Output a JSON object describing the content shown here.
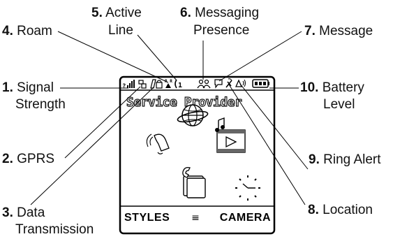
{
  "screen": {
    "status_icons": [
      "signal-strength-icon",
      "gprs-icon",
      "data-transmission-icon",
      "roam-icon",
      "active-line-icon",
      "messaging-presence-icon",
      "message-icon",
      "location-icon",
      "ring-alert-icon",
      "battery-level-icon"
    ],
    "provider": "Service Provider",
    "softkey_left": "STYLES",
    "menu_glyph": "≡",
    "softkey_right": "CAMERA",
    "menu_icons": [
      "ringtone-icon",
      "web-globe-icon",
      "media-gallery-icon",
      "phonebook-icon",
      "clock-icon"
    ]
  },
  "callouts": [
    {
      "num": "1.",
      "text": "Signal",
      "text2": "Strength"
    },
    {
      "num": "2.",
      "text": "GPRS"
    },
    {
      "num": "3.",
      "text": "Data",
      "text2": "Transmission"
    },
    {
      "num": "4.",
      "text": "Roam"
    },
    {
      "num": "5.",
      "text": "Active",
      "text2": "Line"
    },
    {
      "num": "6.",
      "text": "Messaging",
      "text2": "Presence"
    },
    {
      "num": "7.",
      "text": "Message"
    },
    {
      "num": "8.",
      "text": "Location"
    },
    {
      "num": "9.",
      "text": "Ring Alert"
    },
    {
      "num": "10.",
      "text": "Battery",
      "text2": "Level"
    }
  ]
}
